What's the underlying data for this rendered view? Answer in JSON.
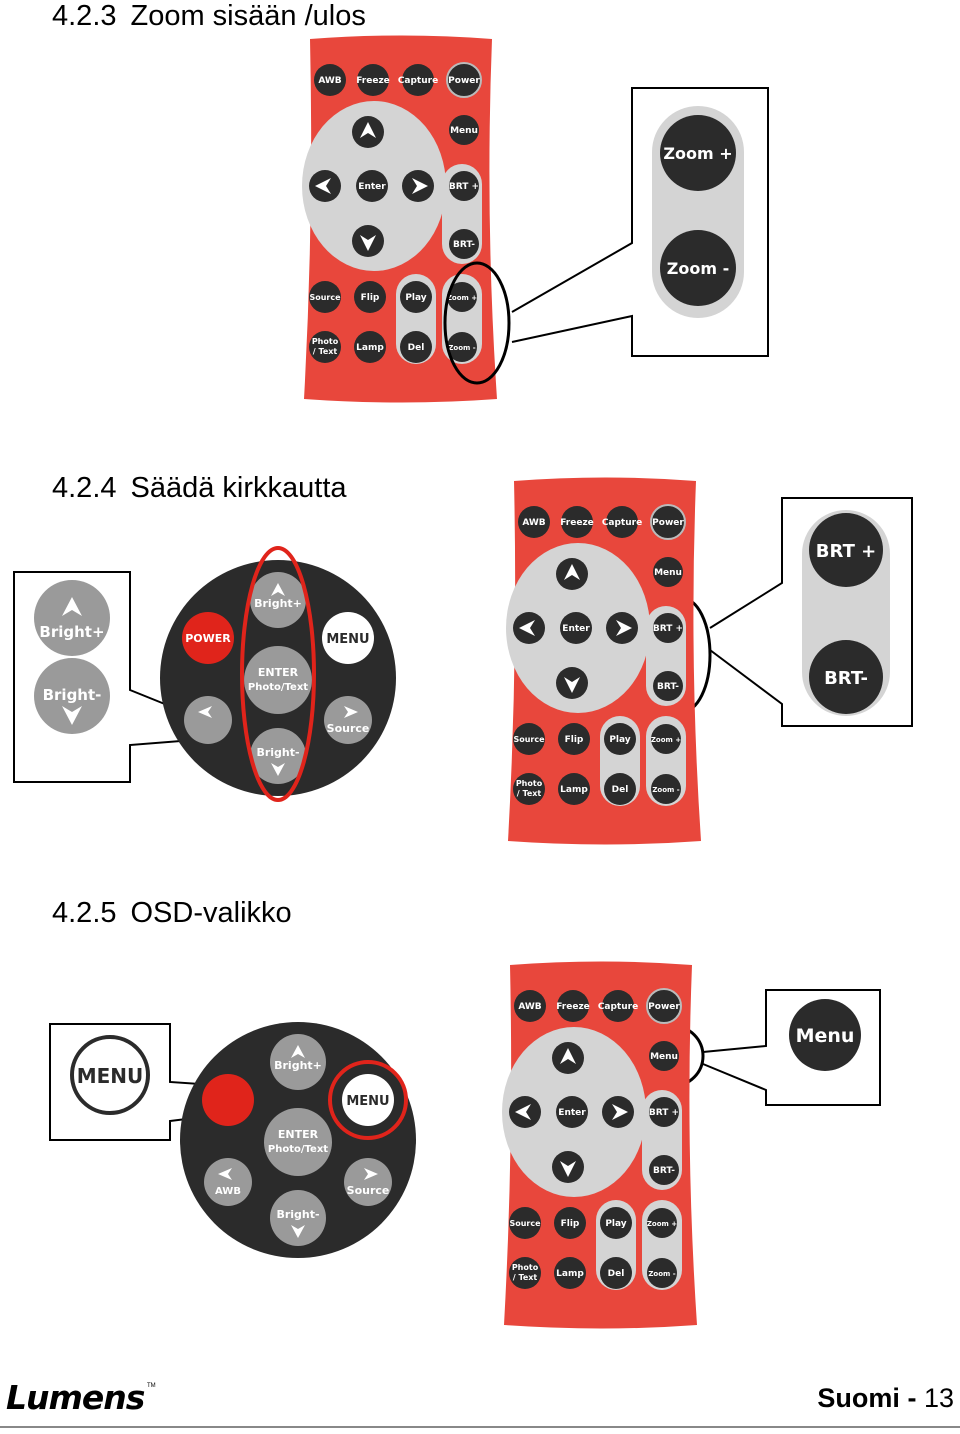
{
  "sections": [
    {
      "number": "4.2.3",
      "title": "Zoom sisään /ulos"
    },
    {
      "number": "4.2.4",
      "title": "Säädä kirkkautta"
    },
    {
      "number": "4.2.5",
      "title": "OSD-valikko"
    }
  ],
  "remote_a": {
    "awb": "AWB",
    "freeze": "Freeze",
    "capture": "Capture",
    "power": "Power",
    "menu": "Menu",
    "enter": "Enter",
    "brt_plus": "BRT +",
    "brt_minus": "BRT-",
    "source": "Source",
    "flip": "Flip",
    "play": "Play",
    "zoom_plus": "Zoom +",
    "photo1": "Photo",
    "photo2": "/ Text",
    "lamp": "Lamp",
    "del": "Del",
    "zoom_minus": "Zoom -"
  },
  "remote_b": {
    "power": "POWER",
    "menu": "MENU",
    "bright_plus": "Bright+",
    "enter": "ENTER",
    "photo_text": "Photo/Text",
    "awb": "AWB",
    "source": "Source",
    "bright_minus": "Bright-"
  },
  "callouts": {
    "zoom_plus": "Zoom +",
    "zoom_minus": "Zoom -",
    "brt_plus": "BRT +",
    "brt_minus": "BRT-",
    "bright_plus": "Bright+",
    "bright_minus": "Bright-",
    "menu_big": "Menu",
    "menu_round": "MENU"
  },
  "footer": {
    "brand": "Lumens",
    "tm": "TM",
    "language": "Suomi",
    "separator": "-",
    "page": "13"
  },
  "colors": {
    "remote_red": "#e8473c",
    "button_dark": "#2b2b2b",
    "pad_grey": "#d4d4d4",
    "highlight": "#e0241b"
  }
}
